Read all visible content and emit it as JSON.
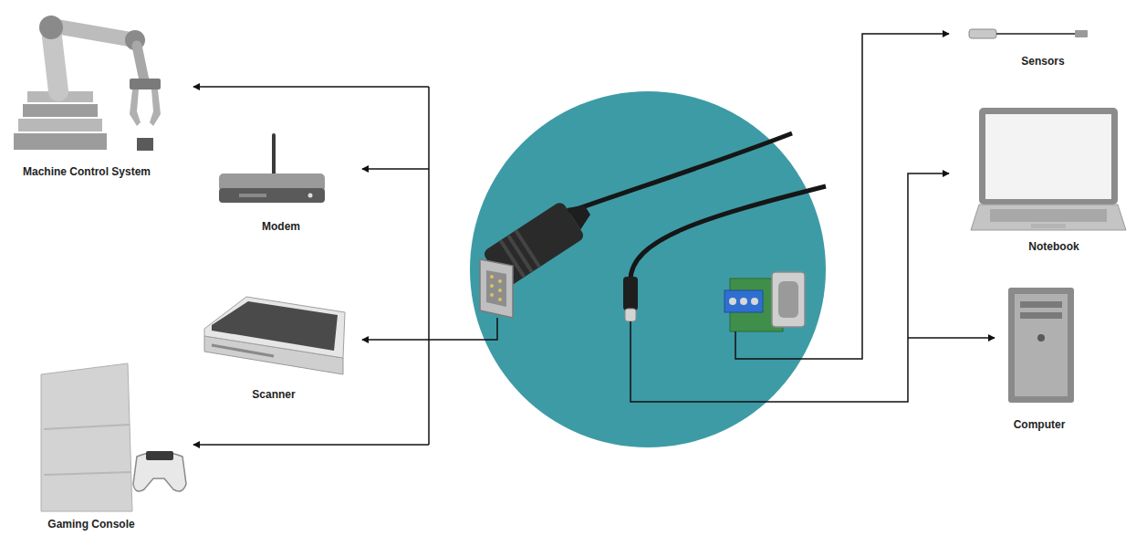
{
  "diagram": {
    "nodes": [
      {
        "text": [
          "Machine Control System"
        ]
      },
      {
        "text": [
          "Modem"
        ]
      },
      {
        "text": [
          "Scanner"
        ]
      },
      {
        "text": [
          "Gaming Console"
        ]
      },
      {
        "text": [
          "Sensors"
        ]
      },
      {
        "text": [
          "Notebook"
        ]
      },
      {
        "text": [
          "Computer"
        ]
      }
    ]
  }
}
